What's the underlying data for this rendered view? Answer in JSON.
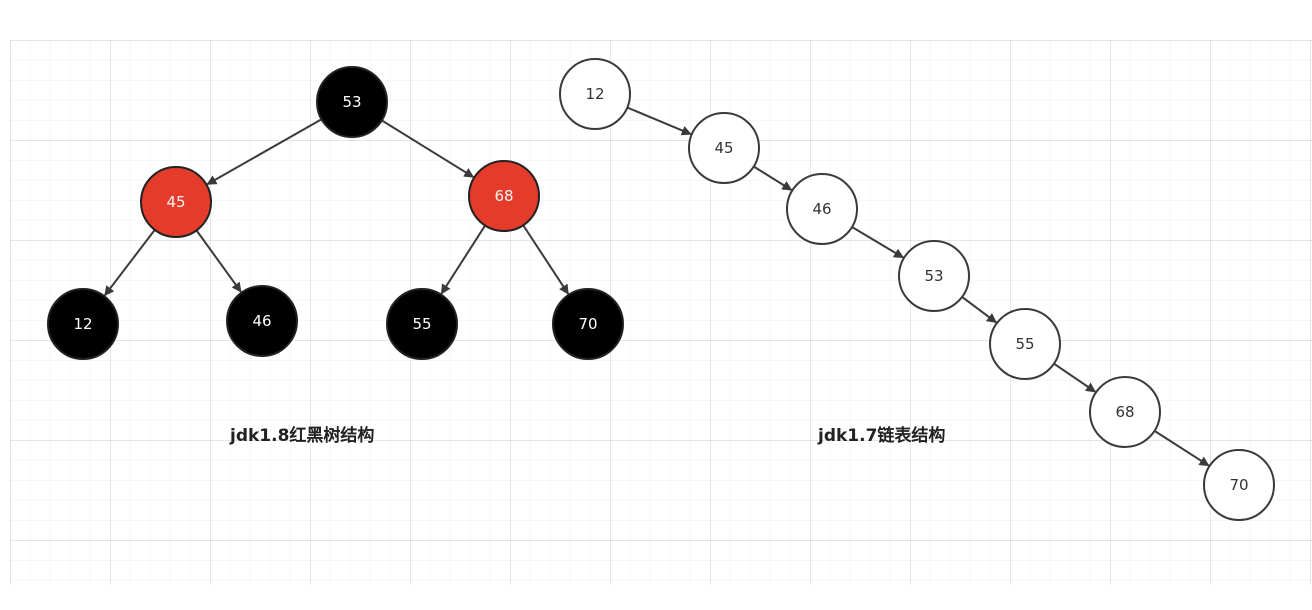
{
  "colors": {
    "red_node": "#e53b2a",
    "black_node": "#000000",
    "list_node_fill": "#ffffff",
    "edge": "#3a3a3a"
  },
  "tree": {
    "caption": "jdk1.8红黑树结构",
    "nodes": [
      {
        "id": "t53",
        "label": "53",
        "color": "black"
      },
      {
        "id": "t45",
        "label": "45",
        "color": "red"
      },
      {
        "id": "t68",
        "label": "68",
        "color": "red"
      },
      {
        "id": "t12",
        "label": "12",
        "color": "black"
      },
      {
        "id": "t46",
        "label": "46",
        "color": "black"
      },
      {
        "id": "t55",
        "label": "55",
        "color": "black"
      },
      {
        "id": "t70",
        "label": "70",
        "color": "black"
      }
    ],
    "edges": [
      [
        "t53",
        "t45"
      ],
      [
        "t53",
        "t68"
      ],
      [
        "t45",
        "t12"
      ],
      [
        "t45",
        "t46"
      ],
      [
        "t68",
        "t55"
      ],
      [
        "t68",
        "t70"
      ]
    ]
  },
  "list": {
    "caption": "jdk1.7链表结构",
    "nodes": [
      {
        "id": "l12",
        "label": "12"
      },
      {
        "id": "l45",
        "label": "45"
      },
      {
        "id": "l46",
        "label": "46"
      },
      {
        "id": "l53",
        "label": "53"
      },
      {
        "id": "l55",
        "label": "55"
      },
      {
        "id": "l68",
        "label": "68"
      },
      {
        "id": "l70",
        "label": "70"
      }
    ],
    "edges": [
      [
        "l12",
        "l45"
      ],
      [
        "l45",
        "l46"
      ],
      [
        "l46",
        "l53"
      ],
      [
        "l53",
        "l55"
      ],
      [
        "l55",
        "l68"
      ],
      [
        "l68",
        "l70"
      ]
    ]
  }
}
